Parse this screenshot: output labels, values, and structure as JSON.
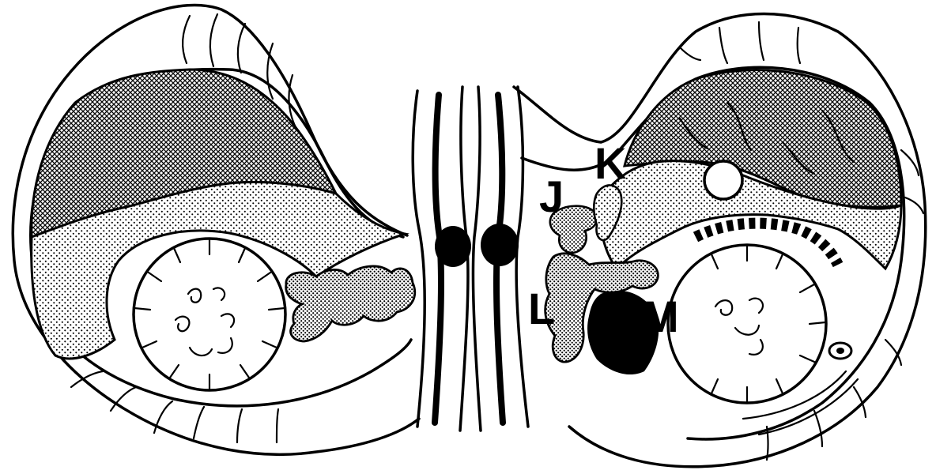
{
  "labels": {
    "j": "J",
    "k": "K",
    "l": "L",
    "m": "M"
  },
  "colors": {
    "ink": "#000000",
    "paper": "#ffffff"
  }
}
